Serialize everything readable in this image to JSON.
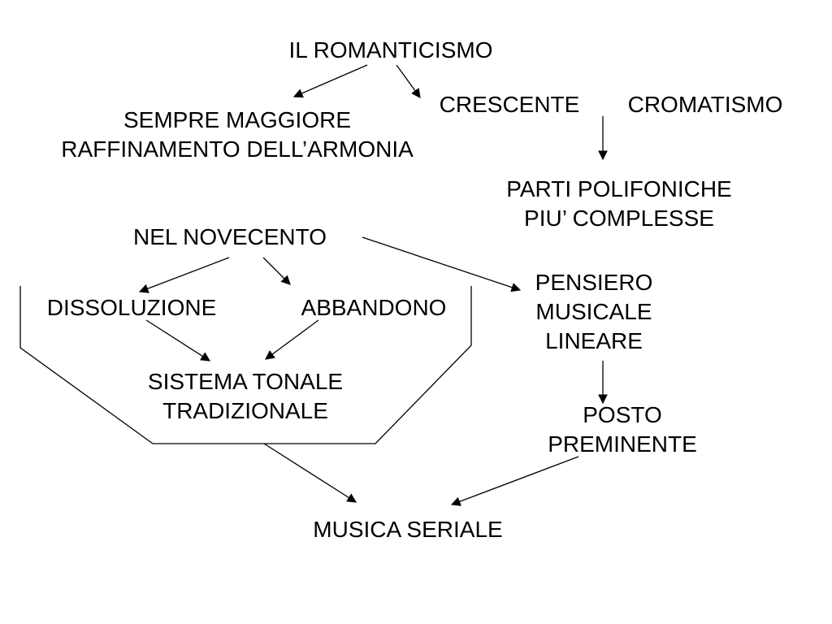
{
  "nodes": {
    "romanticismo": [
      "IL ROMANTICISMO"
    ],
    "sempre_maggiore": [
      "SEMPRE MAGGIORE",
      "RAFFINAMENTO DELL’ARMONIA"
    ],
    "crescente": [
      "CRESCENTE"
    ],
    "cromatismo": [
      "CROMATISMO"
    ],
    "parti_polifoniche": [
      "PARTI POLIFONICHE",
      "PIU’ COMPLESSE"
    ],
    "nel_novecento": [
      "NEL NOVECENTO"
    ],
    "dissoluzione": [
      "DISSOLUZIONE"
    ],
    "abbandono": [
      "ABBANDONO"
    ],
    "pensiero_musicale": [
      "PENSIERO",
      "MUSICALE",
      "LINEARE"
    ],
    "sistema_tonale": [
      "SISTEMA TONALE",
      "TRADIZIONALE"
    ],
    "posto_preminente": [
      "POSTO",
      "PREMINENTE"
    ],
    "musica_seriale": [
      "MUSICA SERIALE"
    ]
  },
  "colors": {
    "text": "#000000",
    "line": "#000000",
    "background": "#ffffff"
  }
}
